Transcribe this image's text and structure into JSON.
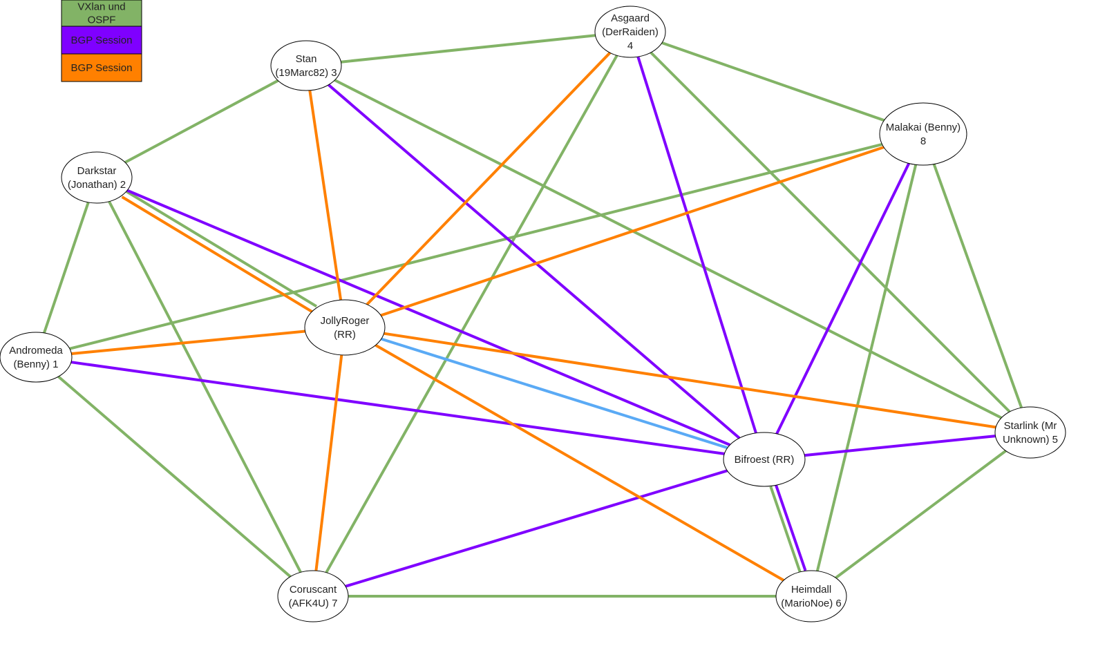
{
  "legend": [
    {
      "id": "vxlan",
      "lines": [
        "VXlan und",
        "OSPF"
      ],
      "color": "#82b366",
      "text_color": "#222222"
    },
    {
      "id": "bgp_purple",
      "lines": [
        "BGP Session"
      ],
      "color": "#7f00ff",
      "text_color": "#222222"
    },
    {
      "id": "bgp_orange",
      "lines": [
        "BGP Session"
      ],
      "color": "#ff8000",
      "text_color": "#222222"
    }
  ],
  "nodes": [
    {
      "id": "asgaard",
      "lines": [
        "Asgaard",
        "(DerRaiden)",
        "4"
      ]
    },
    {
      "id": "stan",
      "lines": [
        "Stan",
        "(19Marc82) 3"
      ]
    },
    {
      "id": "malakai",
      "lines": [
        "Malakai (Benny)",
        "8"
      ]
    },
    {
      "id": "darkstar",
      "lines": [
        "Darkstar",
        "(Jonathan) 2"
      ]
    },
    {
      "id": "jollyroger",
      "lines": [
        "JollyRoger",
        "(RR)"
      ]
    },
    {
      "id": "andromeda",
      "lines": [
        "Andromeda",
        "(Benny) 1"
      ]
    },
    {
      "id": "starlink",
      "lines": [
        "Starlink (Mr",
        "Unknown) 5"
      ]
    },
    {
      "id": "bifroest",
      "lines": [
        "Bifroest (RR)"
      ]
    },
    {
      "id": "coruscant",
      "lines": [
        "Coruscant",
        "(AFK4U) 7"
      ]
    },
    {
      "id": "heimdall",
      "lines": [
        "Heimdall",
        "(MarioNoe) 6"
      ]
    }
  ],
  "colors": {
    "green": "#82b366",
    "purple": "#7f00ff",
    "orange": "#ff8000",
    "blue": "#5aaaf5"
  },
  "edges": [
    {
      "from": "stan",
      "to": "asgaard",
      "color": "green"
    },
    {
      "from": "asgaard",
      "to": "malakai",
      "color": "green"
    },
    {
      "from": "asgaard",
      "to": "starlink",
      "color": "green"
    },
    {
      "from": "asgaard",
      "to": "coruscant",
      "color": "green"
    },
    {
      "from": "stan",
      "to": "darkstar",
      "color": "green"
    },
    {
      "from": "stan",
      "to": "starlink",
      "color": "green"
    },
    {
      "from": "malakai",
      "to": "andromeda",
      "color": "green"
    },
    {
      "from": "malakai",
      "to": "starlink",
      "color": "green"
    },
    {
      "from": "malakai",
      "to": "heimdall",
      "color": "green"
    },
    {
      "from": "darkstar",
      "to": "andromeda",
      "color": "green"
    },
    {
      "from": "darkstar",
      "to": "coruscant",
      "color": "green"
    },
    {
      "from": "darkstar",
      "to": "jollyroger",
      "color": "green"
    },
    {
      "from": "andromeda",
      "to": "coruscant",
      "color": "green"
    },
    {
      "from": "coruscant",
      "to": "heimdall",
      "color": "green"
    },
    {
      "from": "starlink",
      "to": "heimdall",
      "color": "green"
    },
    {
      "from": "bifroest",
      "to": "heimdall",
      "color": "green"
    },
    {
      "from": "stan",
      "to": "bifroest",
      "color": "purple"
    },
    {
      "from": "asgaard",
      "to": "bifroest",
      "color": "purple"
    },
    {
      "from": "darkstar",
      "to": "bifroest",
      "color": "purple"
    },
    {
      "from": "malakai",
      "to": "bifroest",
      "color": "purple"
    },
    {
      "from": "andromeda",
      "to": "bifroest",
      "color": "purple"
    },
    {
      "from": "starlink",
      "to": "bifroest",
      "color": "purple"
    },
    {
      "from": "coruscant",
      "to": "bifroest",
      "color": "purple"
    },
    {
      "from": "bifroest",
      "to": "heimdall",
      "color": "purple"
    },
    {
      "from": "stan",
      "to": "jollyroger",
      "color": "orange"
    },
    {
      "from": "asgaard",
      "to": "jollyroger",
      "color": "orange"
    },
    {
      "from": "darkstar",
      "to": "jollyroger",
      "color": "orange"
    },
    {
      "from": "malakai",
      "to": "jollyroger",
      "color": "orange"
    },
    {
      "from": "andromeda",
      "to": "jollyroger",
      "color": "orange"
    },
    {
      "from": "starlink",
      "to": "jollyroger",
      "color": "orange"
    },
    {
      "from": "coruscant",
      "to": "jollyroger",
      "color": "orange"
    },
    {
      "from": "heimdall",
      "to": "jollyroger",
      "color": "orange"
    },
    {
      "from": "jollyroger",
      "to": "bifroest",
      "color": "blue"
    }
  ]
}
